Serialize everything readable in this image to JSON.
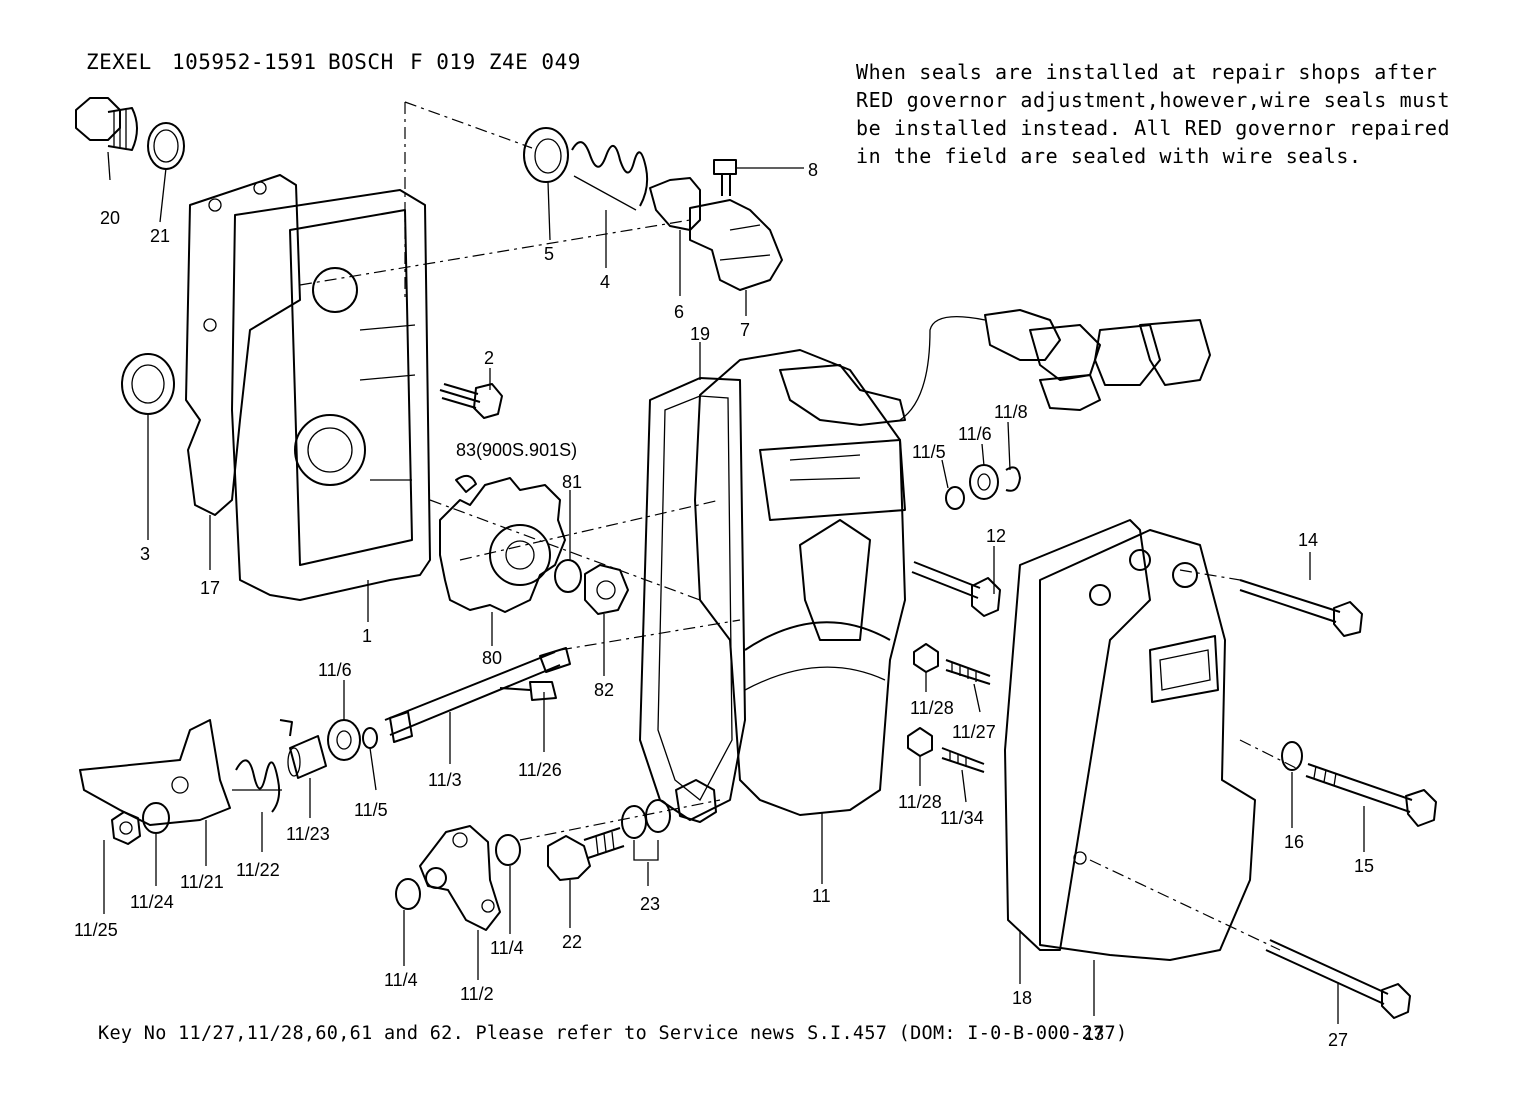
{
  "header": {
    "brand1": "ZEXEL",
    "num1": "105952-1591",
    "brand2": "BOSCH",
    "num2": "F 019 Z4E 049"
  },
  "note": {
    "lines": [
      "When seals are installed at repair shops after",
      "RED governor adjustment,however,wire seals must",
      "be installed instead. All RED governor repaired",
      "in the field are sealed with wire seals."
    ]
  },
  "footer": "Key No 11/27,11/28,60,61 and 62. Please refer to Service news S.I.457 (DOM: I-0-B-000-277)",
  "labels": [
    "20",
    "21",
    "5",
    "4",
    "8",
    "6",
    "7",
    "2",
    "3",
    "17",
    "1",
    "19",
    "83(900S.901S)",
    "81",
    "80",
    "82",
    "11/5",
    "11/6",
    "11/8",
    "12",
    "14",
    "11/6",
    "11/5",
    "11/3",
    "11/26",
    "11/28",
    "11/27",
    "11/28",
    "11/34",
    "11/23",
    "11/22",
    "11/21",
    "11/24",
    "11/25",
    "11/4",
    "11/4",
    "11/2",
    "22",
    "23",
    "11",
    "16",
    "15",
    "18",
    "13",
    "27"
  ]
}
